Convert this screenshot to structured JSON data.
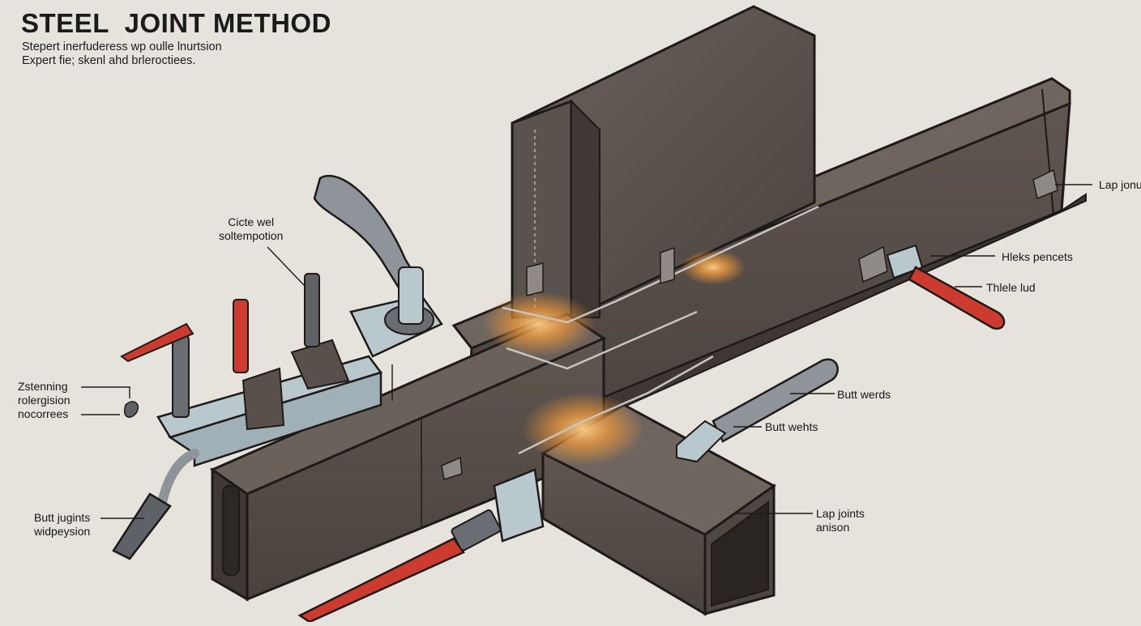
{
  "header": {
    "title": "STEEL  JOINT METHOD",
    "subtitle_lines": [
      "Stepert inerfuderess wp oulle lnurtsion",
      "Expert fie; skenl ahd brleroctiees."
    ]
  },
  "labels": {
    "cicte_weld": [
      "Cicte wel",
      "soltempotion"
    ],
    "zstenning": [
      "Zstenning",
      "rolergision",
      "nocorrees"
    ],
    "butt_jugints": [
      "Butt jugints",
      "widpeysion"
    ],
    "lap_jonu": [
      "Lap jonu"
    ],
    "hleks_pencets": [
      "Hleks pencets"
    ],
    "thlele_lud": [
      "Thlele lud"
    ],
    "butt_werds": [
      "Butt werds"
    ],
    "butt_wehts": [
      "Butt wehts"
    ],
    "lap_joints_anison": [
      "Lap joints",
      "anison"
    ]
  },
  "colors": {
    "background": "#e6e3dd",
    "steel_dark": "#4a423d",
    "steel_mid": "#5e5550",
    "steel_light": "#6f6660",
    "clamp_blue": "#b9c8cd",
    "handle_red": "#cc3b2e",
    "handle_grey": "#8e9499",
    "weld_glow": "#f39a3a"
  }
}
